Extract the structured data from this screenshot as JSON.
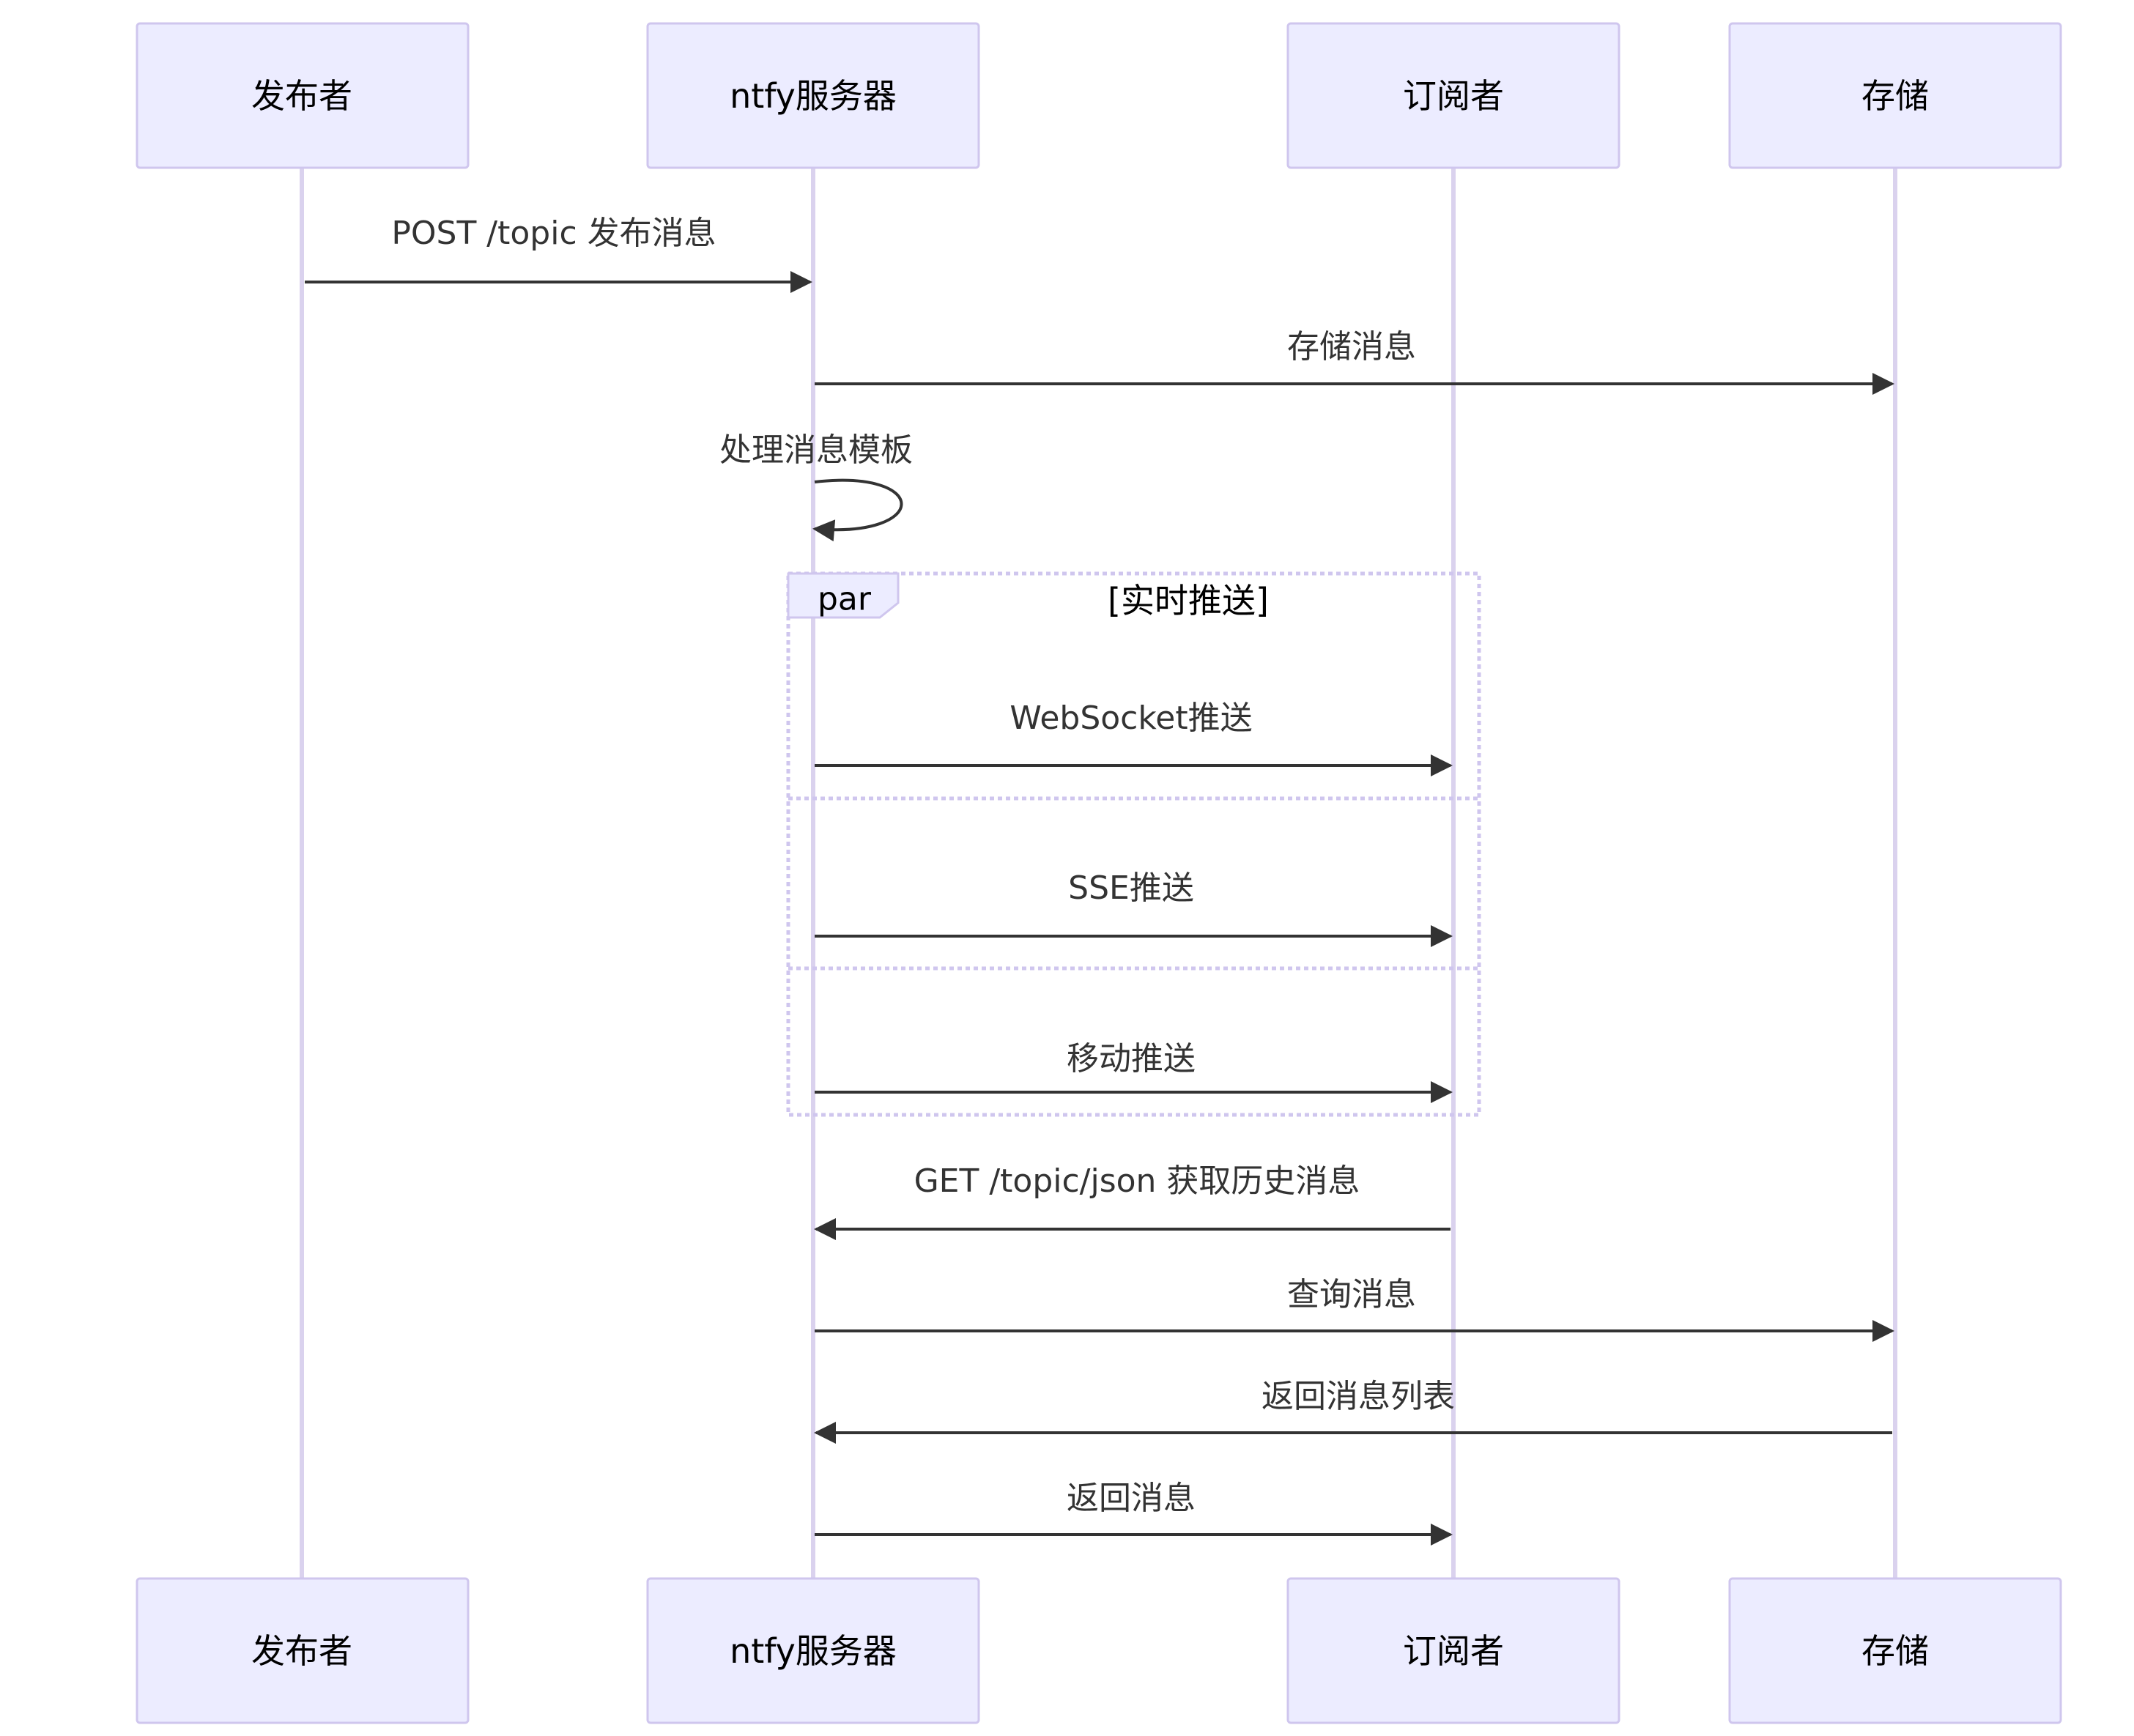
{
  "actors": [
    {
      "id": "publisher",
      "label": "发布者"
    },
    {
      "id": "server",
      "label": "ntfy服务器"
    },
    {
      "id": "subscriber",
      "label": "订阅者"
    },
    {
      "id": "storage",
      "label": "存储"
    }
  ],
  "messages": [
    {
      "from": "publisher",
      "to": "server",
      "label": "POST /topic 发布消息"
    },
    {
      "from": "server",
      "to": "storage",
      "label": "存储消息"
    },
    {
      "from": "server",
      "to": "server",
      "label": "处理消息模板"
    },
    {
      "from": "server",
      "to": "subscriber",
      "label": "WebSocket推送"
    },
    {
      "from": "server",
      "to": "subscriber",
      "label": "SSE推送"
    },
    {
      "from": "server",
      "to": "subscriber",
      "label": "移动推送"
    },
    {
      "from": "subscriber",
      "to": "server",
      "label": "GET /topic/json 获取历史消息"
    },
    {
      "from": "server",
      "to": "storage",
      "label": "查询消息"
    },
    {
      "from": "storage",
      "to": "server",
      "label": "返回消息列表"
    },
    {
      "from": "server",
      "to": "subscriber",
      "label": "返回消息"
    }
  ],
  "frame": {
    "type": "par",
    "condition": "[实时推送]"
  }
}
